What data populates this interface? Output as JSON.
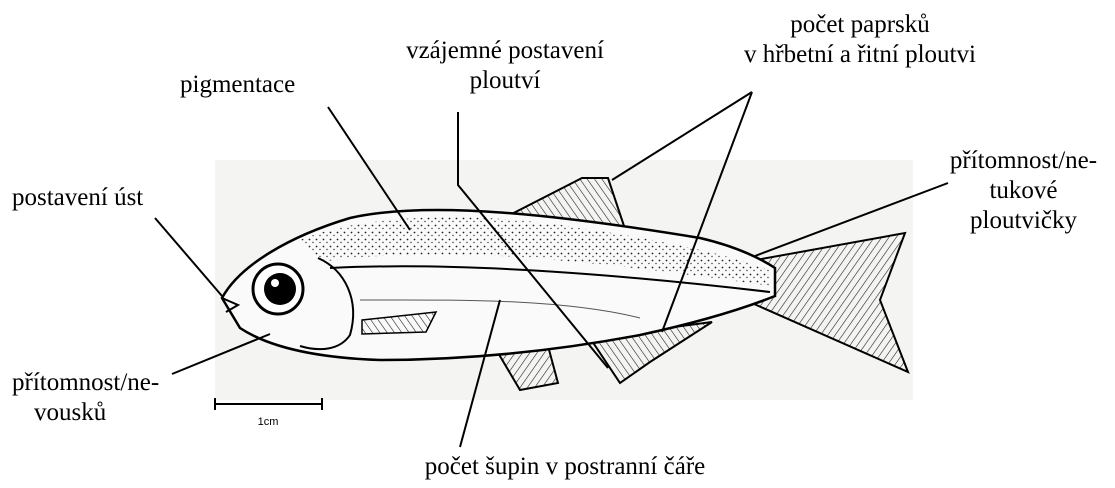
{
  "labels": {
    "mouth_position": "postavení úst",
    "pigmentation": "pigmentace",
    "fin_position": {
      "line1": "vzájemné postavení",
      "line2": "ploutví"
    },
    "ray_count": {
      "line1": "počet paprsků",
      "line2": "v hřbetní a řitní ploutvi"
    },
    "adipose_fin": {
      "line1": "přítomnost/ne-",
      "line2": "tukové",
      "line3": "ploutvičky"
    },
    "barbels": {
      "line1": "přítomnost/ne-",
      "line2": "vousků"
    },
    "lateral_line_scales": "počet šupin v postranní čáře"
  },
  "scale_bar": {
    "label": "1cm"
  },
  "colors": {
    "ink": "#000000",
    "paper": "#f4f4f2",
    "background": "#ffffff"
  }
}
